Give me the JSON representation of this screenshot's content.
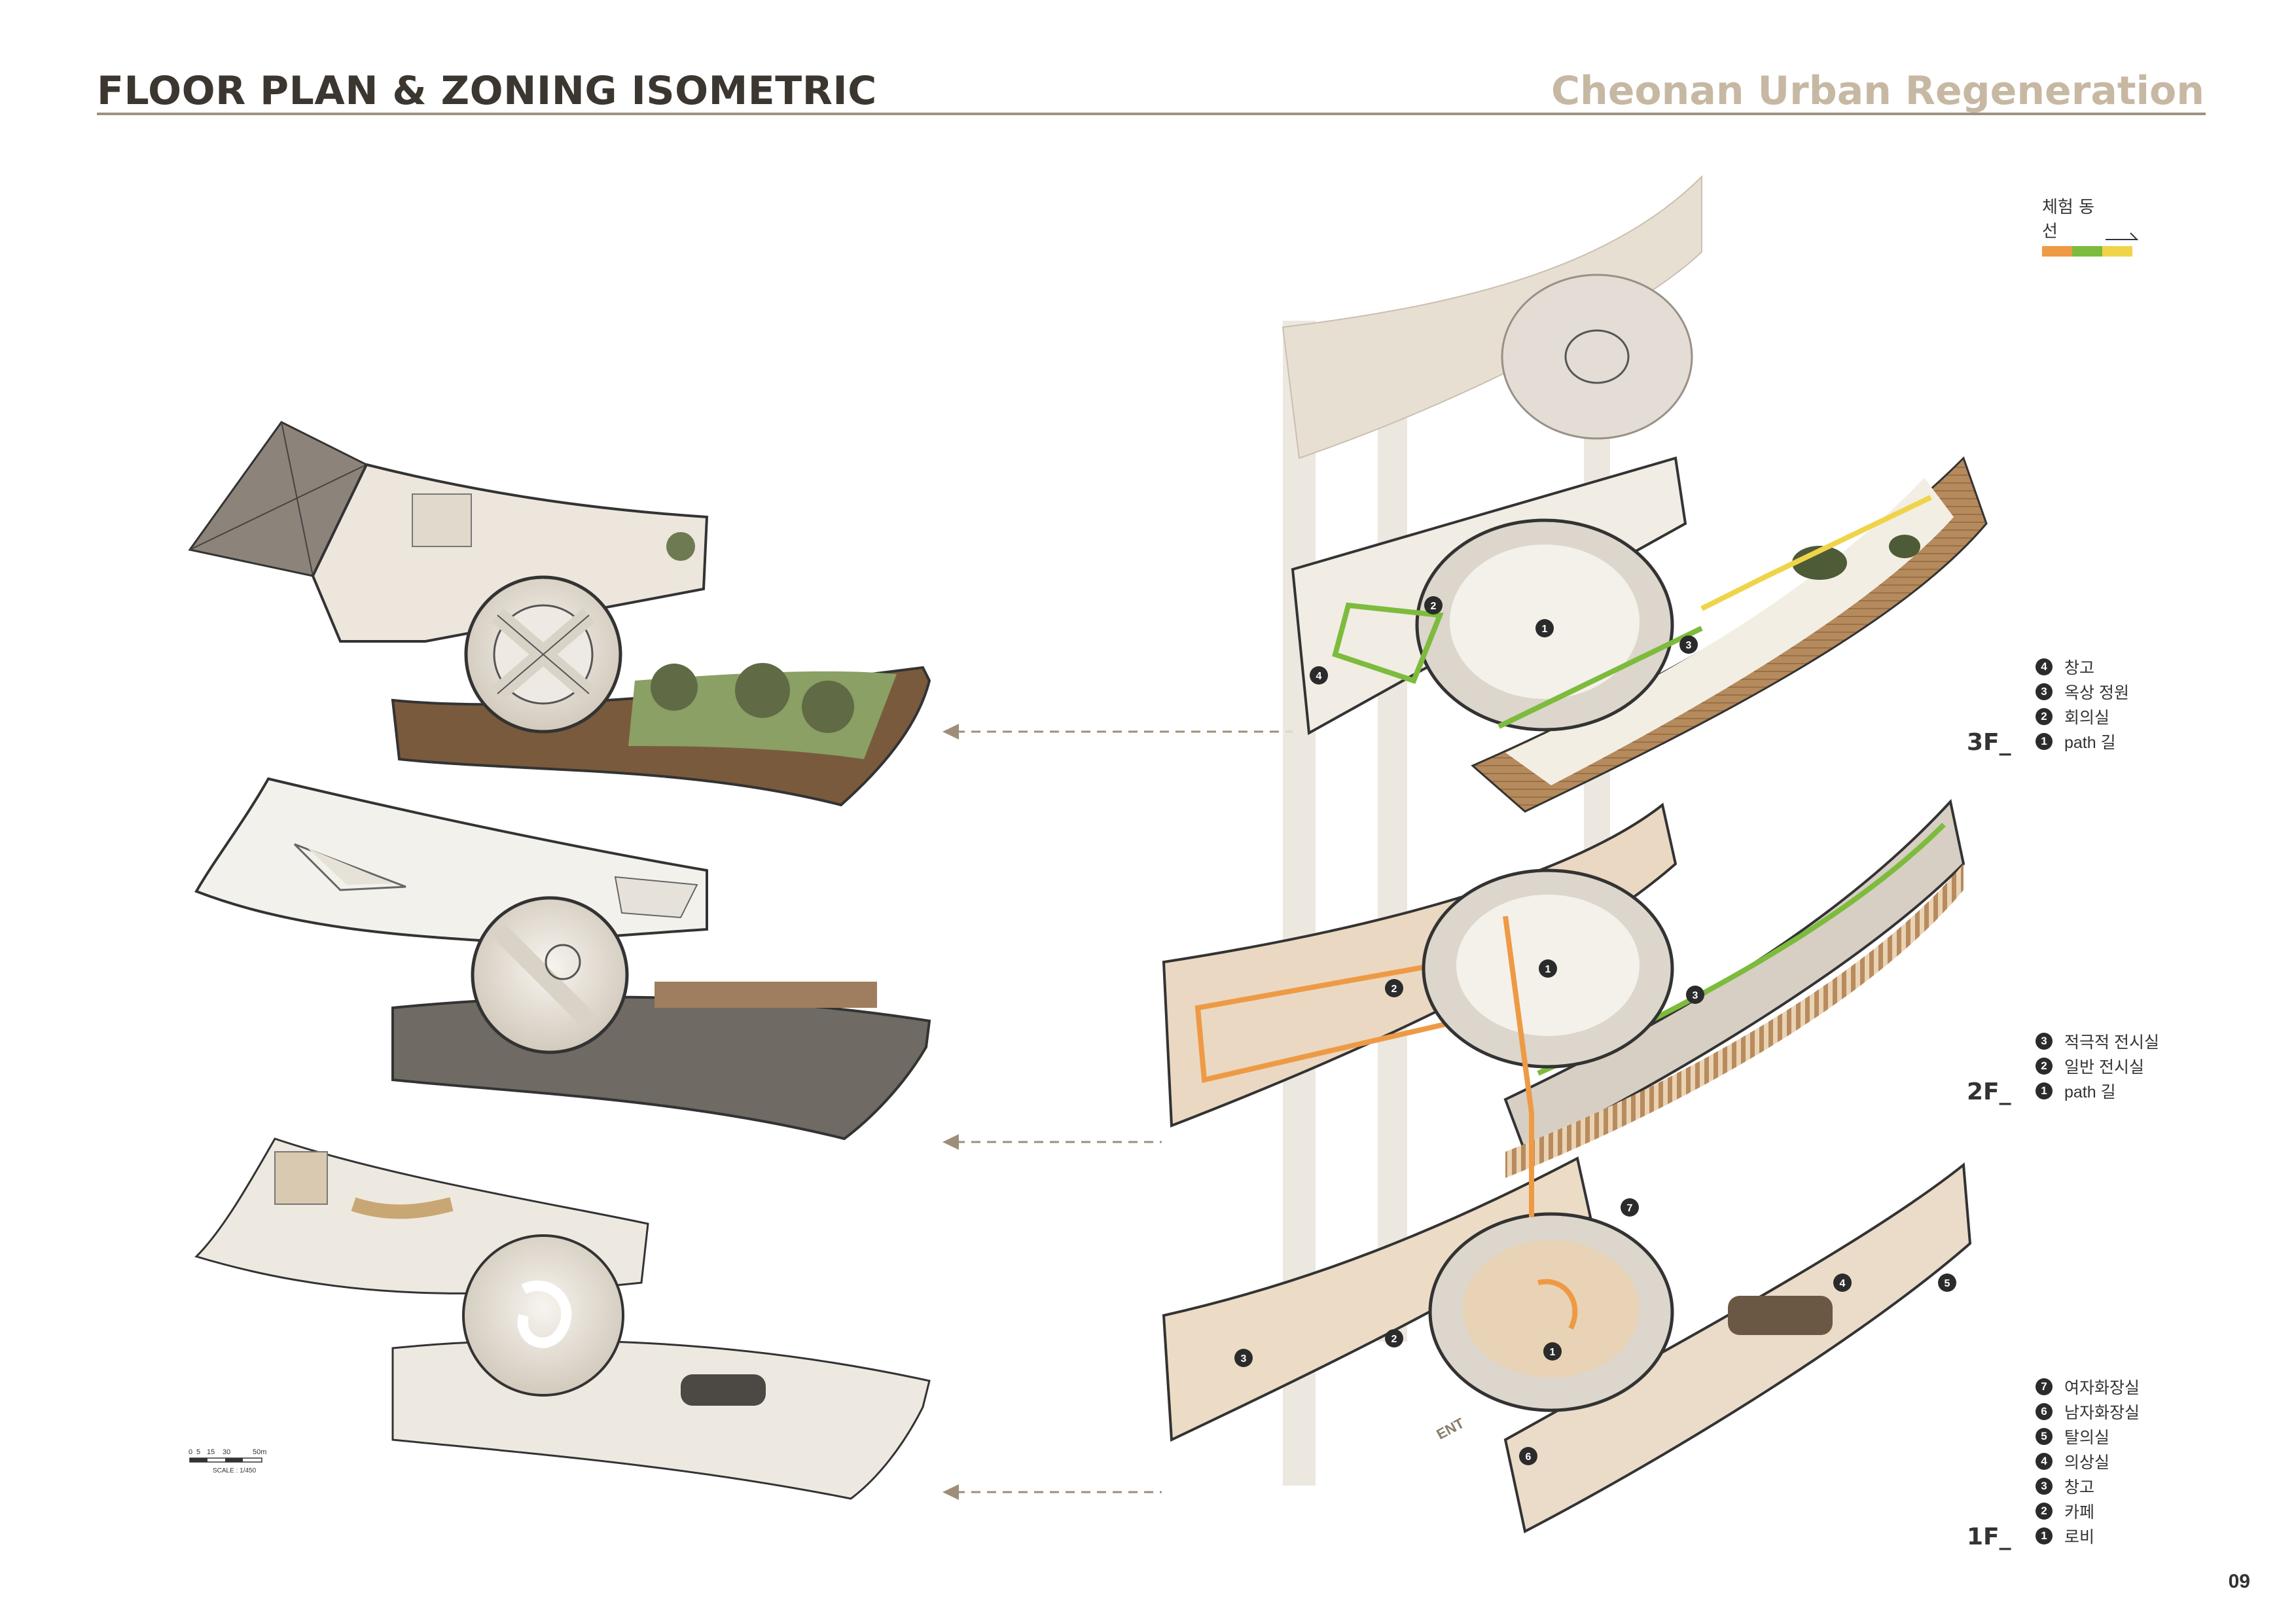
{
  "header": {
    "title": "FLOOR PLAN & ZONING ISOMETRIC",
    "project": "Cheonan Urban Regeneration"
  },
  "route_legend": {
    "label": "체험 동선",
    "colors": [
      "#ee9a45",
      "#7dbb3d",
      "#efd44a"
    ]
  },
  "floors": {
    "f3": {
      "tag": "3F_",
      "items": [
        {
          "no": "4",
          "label": "창고"
        },
        {
          "no": "3",
          "label": "옥상 정원"
        },
        {
          "no": "2",
          "label": "회의실"
        },
        {
          "no": "1",
          "label": "path 길"
        }
      ]
    },
    "f2": {
      "tag": "2F_",
      "items": [
        {
          "no": "3",
          "label": "적극적 전시실"
        },
        {
          "no": "2",
          "label": "일반 전시실"
        },
        {
          "no": "1",
          "label": "path 길"
        }
      ]
    },
    "f1": {
      "tag": "1F_",
      "items": [
        {
          "no": "7",
          "label": "여자화장실"
        },
        {
          "no": "6",
          "label": "남자화장실"
        },
        {
          "no": "5",
          "label": "탈의실"
        },
        {
          "no": "4",
          "label": "의상실"
        },
        {
          "no": "3",
          "label": "창고"
        },
        {
          "no": "2",
          "label": "카페"
        },
        {
          "no": "1",
          "label": "로비"
        }
      ]
    }
  },
  "iso_markers": {
    "f3": [
      "1",
      "2",
      "3",
      "4"
    ],
    "f2": [
      "1",
      "2",
      "3"
    ],
    "f1": [
      "1",
      "2",
      "3",
      "4",
      "5",
      "6",
      "7"
    ],
    "entrance": "ENT"
  },
  "scale_bar": {
    "ticks": [
      "0",
      "5",
      "15",
      "30",
      "50m"
    ],
    "caption": "SCALE : 1/450"
  },
  "page_number": "09"
}
